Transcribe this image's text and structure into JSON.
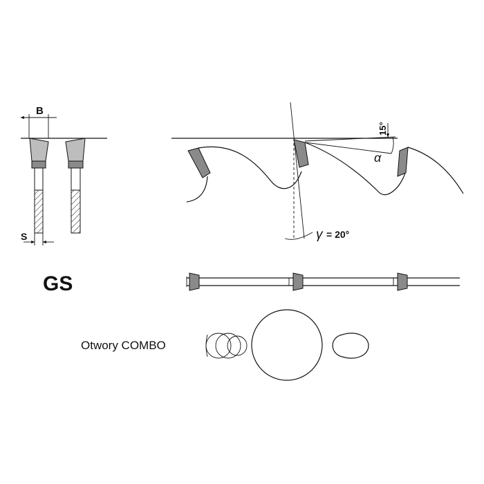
{
  "labels": {
    "b": "B",
    "s": "S",
    "angle_15": "15°",
    "alpha": "α",
    "gamma": "γ",
    "gamma_value": "= 20°",
    "gs": "GS",
    "combo": "Otwory COMBO"
  },
  "colors": {
    "ink": "#111111",
    "tooth_dark": "#8a8a8a",
    "tooth_light": "#bdbdbd",
    "background": "#ffffff"
  }
}
